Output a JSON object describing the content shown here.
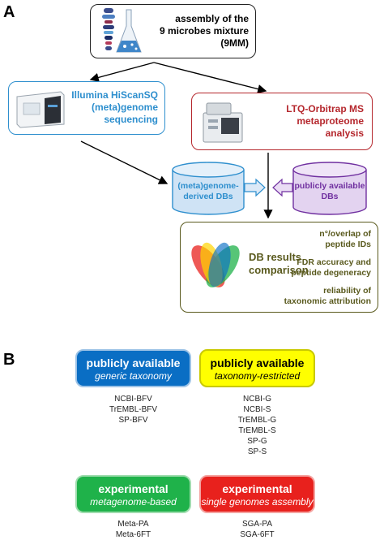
{
  "panel_a": {
    "letter": "A",
    "mixture": {
      "line1": "assembly of the",
      "line2": "9 microbes mixture",
      "line3": "(9MM)"
    },
    "illumina": {
      "line1": "Illumina HiScanSQ",
      "line2": "(meta)genome",
      "line3": "sequencing"
    },
    "ltq": {
      "line1": "LTQ-Orbitrap MS",
      "line2": "metaproteome",
      "line3": "analysis"
    },
    "db_meta": {
      "line1": "(meta)genome-",
      "line2": "derived DBs"
    },
    "db_public": {
      "line1": "publicly available",
      "line2": "DBs"
    },
    "results": {
      "title_line1": "DB results",
      "title_line2": "comparison",
      "criteria": [
        {
          "line1": "n°/overlap of",
          "line2": "peptide IDs"
        },
        {
          "line1": "FDR accuracy and",
          "line2": "peptide degeneracy"
        },
        {
          "line1": "reliability of",
          "line2": "taxonomic attribution"
        }
      ]
    },
    "colors": {
      "blue": "#2e8fce",
      "red": "#b5272d",
      "purple": "#7030a0",
      "olive": "#5a5a1e"
    }
  },
  "panel_b": {
    "letter": "B",
    "categories": [
      {
        "title": "publicly available",
        "subtitle": "generic taxonomy",
        "bg": "#0a6ec4",
        "fg": "#ffffff",
        "dbs": [
          "NCBI-BFV",
          "TrEMBL-BFV",
          "SP-BFV"
        ]
      },
      {
        "title": "publicly available",
        "subtitle": "taxonomy-restricted",
        "bg": "#ffff00",
        "fg": "#000000",
        "dbs": [
          "NCBI-G",
          "NCBI-S",
          "TrEMBL-G",
          "TrEMBL-S",
          "SP-G",
          "SP-S"
        ]
      },
      {
        "title": "experimental",
        "subtitle": "metagenome-based",
        "bg": "#1fb24a",
        "fg": "#ffffff",
        "dbs": [
          "Meta-PA",
          "Meta-6FT"
        ]
      },
      {
        "title": "experimental",
        "subtitle": "single genomes assembly",
        "bg": "#e8211d",
        "fg": "#ffffff",
        "dbs": [
          "SGA-PA",
          "SGA-6FT"
        ]
      }
    ]
  }
}
